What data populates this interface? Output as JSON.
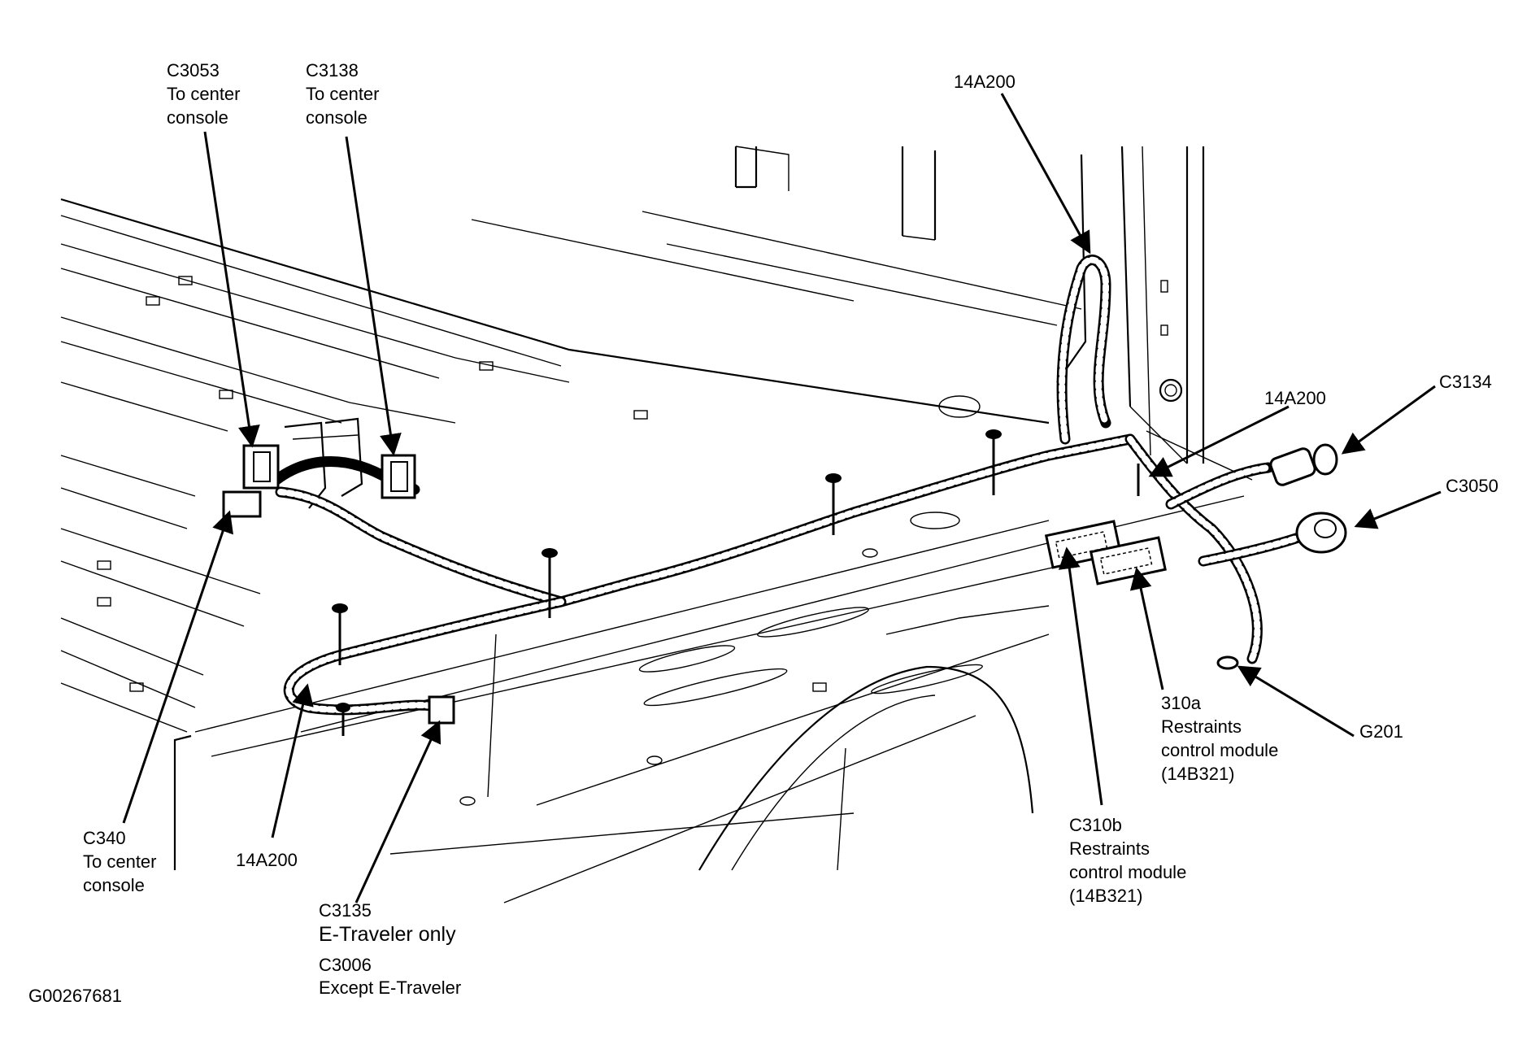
{
  "figure_id": "G00267681",
  "callouts": {
    "c3053": "C3053\nTo center\nconsole",
    "c3138": "C3138\nTo center\nconsole",
    "h14a200_top": "14A200",
    "h14a200_right": "14A200",
    "c3134": "C3134",
    "c3050": "C3050",
    "c310a": "310a\nRestraints\ncontrol module\n(14B321)",
    "g201": "G201",
    "c310b": "C310b\nRestraints\ncontrol module\n(14B321)",
    "c340": "C340\nTo center\nconsole",
    "h14a200_bottom": "14A200",
    "c3135_id": "C3135",
    "c3135_desc": "E-Traveler only",
    "c3006_id": "C3006",
    "c3006_desc": "Except E-Traveler"
  }
}
